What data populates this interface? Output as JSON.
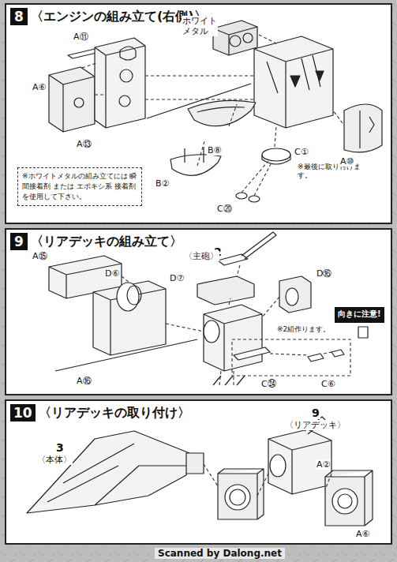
{
  "diagram": {
    "nodes": [
      {
        "text": [
          "8",
          "〈エンジンの組み立て(右側)〉"
        ]
      },
      {
        "text": [
          "※ホワイトメタルの組み立てには 瞬間接着剤 または エポキシ系 接着剤 を使用して下さい。"
        ],
        "in": 0
      },
      {
        "text": [
          "9",
          "〈リアデッキの組み立て〉"
        ]
      },
      {
        "text": [
          "向きに注意!"
        ],
        "in": 2
      },
      {
        "text": [
          "10",
          "〈リアデッキの取り付け〉"
        ]
      }
    ],
    "labels": [
      "A⑥",
      "A⑪",
      "A⑬",
      "ホワイト メタル",
      "B⑧",
      "B②",
      "C⑳",
      "C①",
      "※最後に取り付けます。",
      "A⑩",
      "A⑮",
      "D⑥",
      "A⑯",
      "D⑦",
      "2",
      "〈主砲〉",
      "D⑯",
      "※2組作ります。",
      "C㉔",
      "C⑥",
      "3",
      "〈本体〉",
      "9",
      "〈リアデッキ〉",
      "A②",
      "A⑥",
      "Scanned by Dalong.net"
    ]
  }
}
